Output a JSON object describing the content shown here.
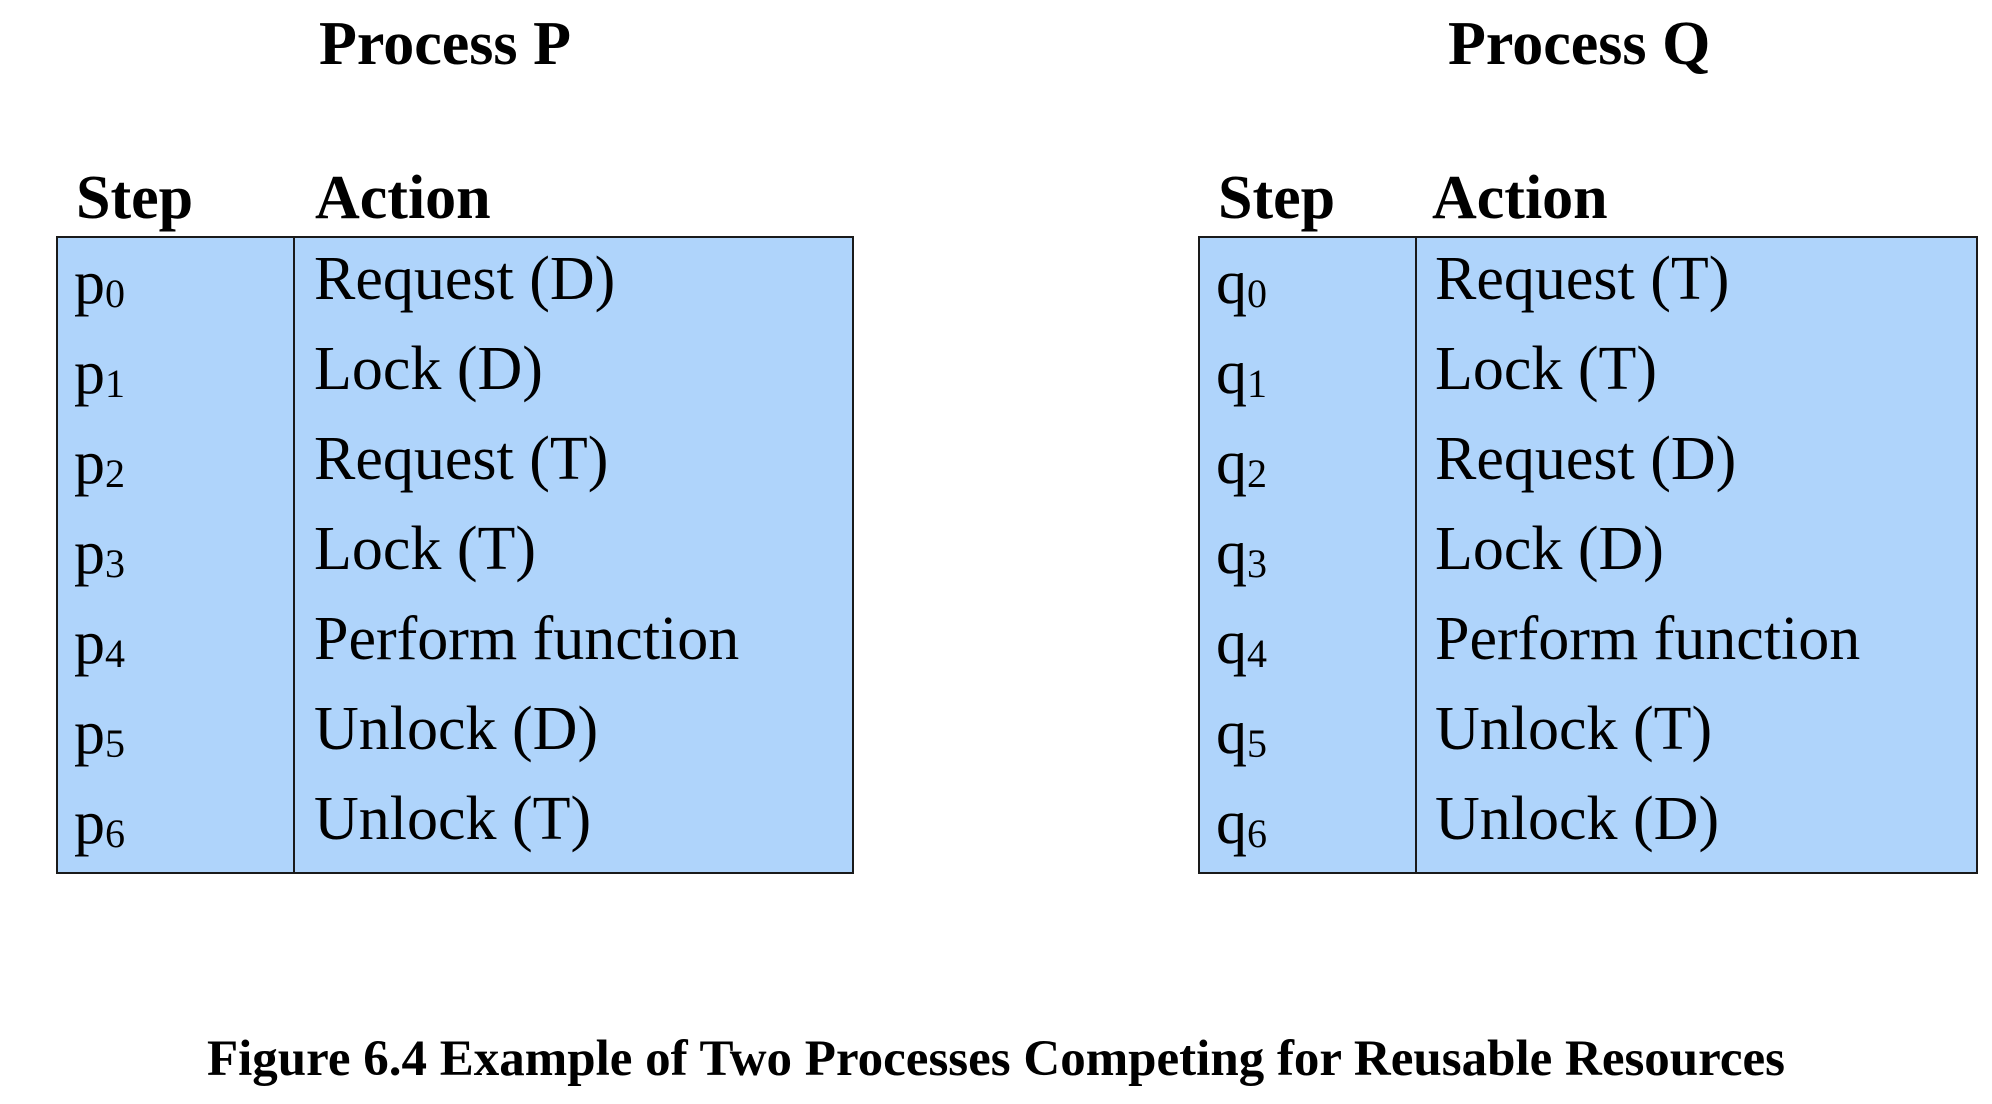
{
  "processes": [
    {
      "title": "Process P",
      "step_header": "Step",
      "action_header": "Action",
      "rows": [
        {
          "step": "p",
          "sub": "0",
          "action": "Request (D)"
        },
        {
          "step": "p",
          "sub": "1",
          "action": "Lock (D)"
        },
        {
          "step": "p",
          "sub": "2",
          "action": "Request (T)"
        },
        {
          "step": "p",
          "sub": "3",
          "action": "Lock (T)"
        },
        {
          "step": "p",
          "sub": "4",
          "action": "Perform function"
        },
        {
          "step": "p",
          "sub": "5",
          "action": "Unlock (D)"
        },
        {
          "step": "p",
          "sub": "6",
          "action": "Unlock (T)"
        }
      ]
    },
    {
      "title": "Process Q",
      "step_header": "Step",
      "action_header": "Action",
      "rows": [
        {
          "step": "q",
          "sub": "0",
          "action": "Request (T)"
        },
        {
          "step": "q",
          "sub": "1",
          "action": "Lock (T)"
        },
        {
          "step": "q",
          "sub": "2",
          "action": "Request (D)"
        },
        {
          "step": "q",
          "sub": "3",
          "action": "Lock (D)"
        },
        {
          "step": "q",
          "sub": "4",
          "action": "Perform function"
        },
        {
          "step": "q",
          "sub": "5",
          "action": "Unlock (T)"
        },
        {
          "step": "q",
          "sub": "6",
          "action": "Unlock (D)"
        }
      ]
    }
  ],
  "caption": "Figure 6.4  Example of Two Processes Competing for Reusable Resources",
  "colors": {
    "table_fill": "#afd4fb",
    "border": "#1a1a1a",
    "text": "#000000"
  }
}
